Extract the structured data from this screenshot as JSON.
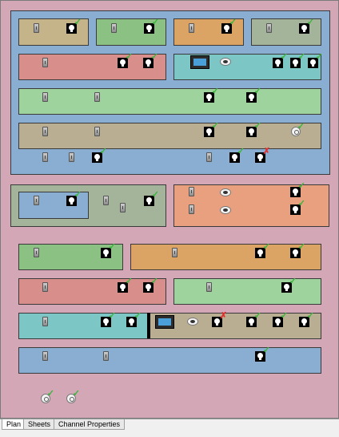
{
  "tabs": [
    {
      "label": "Plan",
      "active": true
    },
    {
      "label": "Sheets",
      "active": false
    },
    {
      "label": "Channel Properties",
      "active": false
    }
  ],
  "colors": {
    "background": "#d3a7b6",
    "tan": "#c5b38a",
    "green": "#8cc184",
    "orange": "#dba464",
    "gray_green": "#a3b49a",
    "blue": "#8aaed1",
    "salmon": "#d88f8b",
    "cyan": "#7cc6c6",
    "light_green": "#9fd39d",
    "khaki": "#b9ad92",
    "coral": "#e8a07f",
    "check": "#3cb43c",
    "cross": "#e03030"
  },
  "icons": {
    "switch": "wall-switch-icon",
    "lamp": "light-bulb-icon",
    "ok": "checkmark-icon",
    "fault": "x-mark-icon",
    "display": "monitor-icon",
    "speaker": "ceiling-speaker-icon",
    "sensor": "motion-sensor-icon",
    "check_glyph": "✓",
    "cross_glyph": "✗"
  }
}
